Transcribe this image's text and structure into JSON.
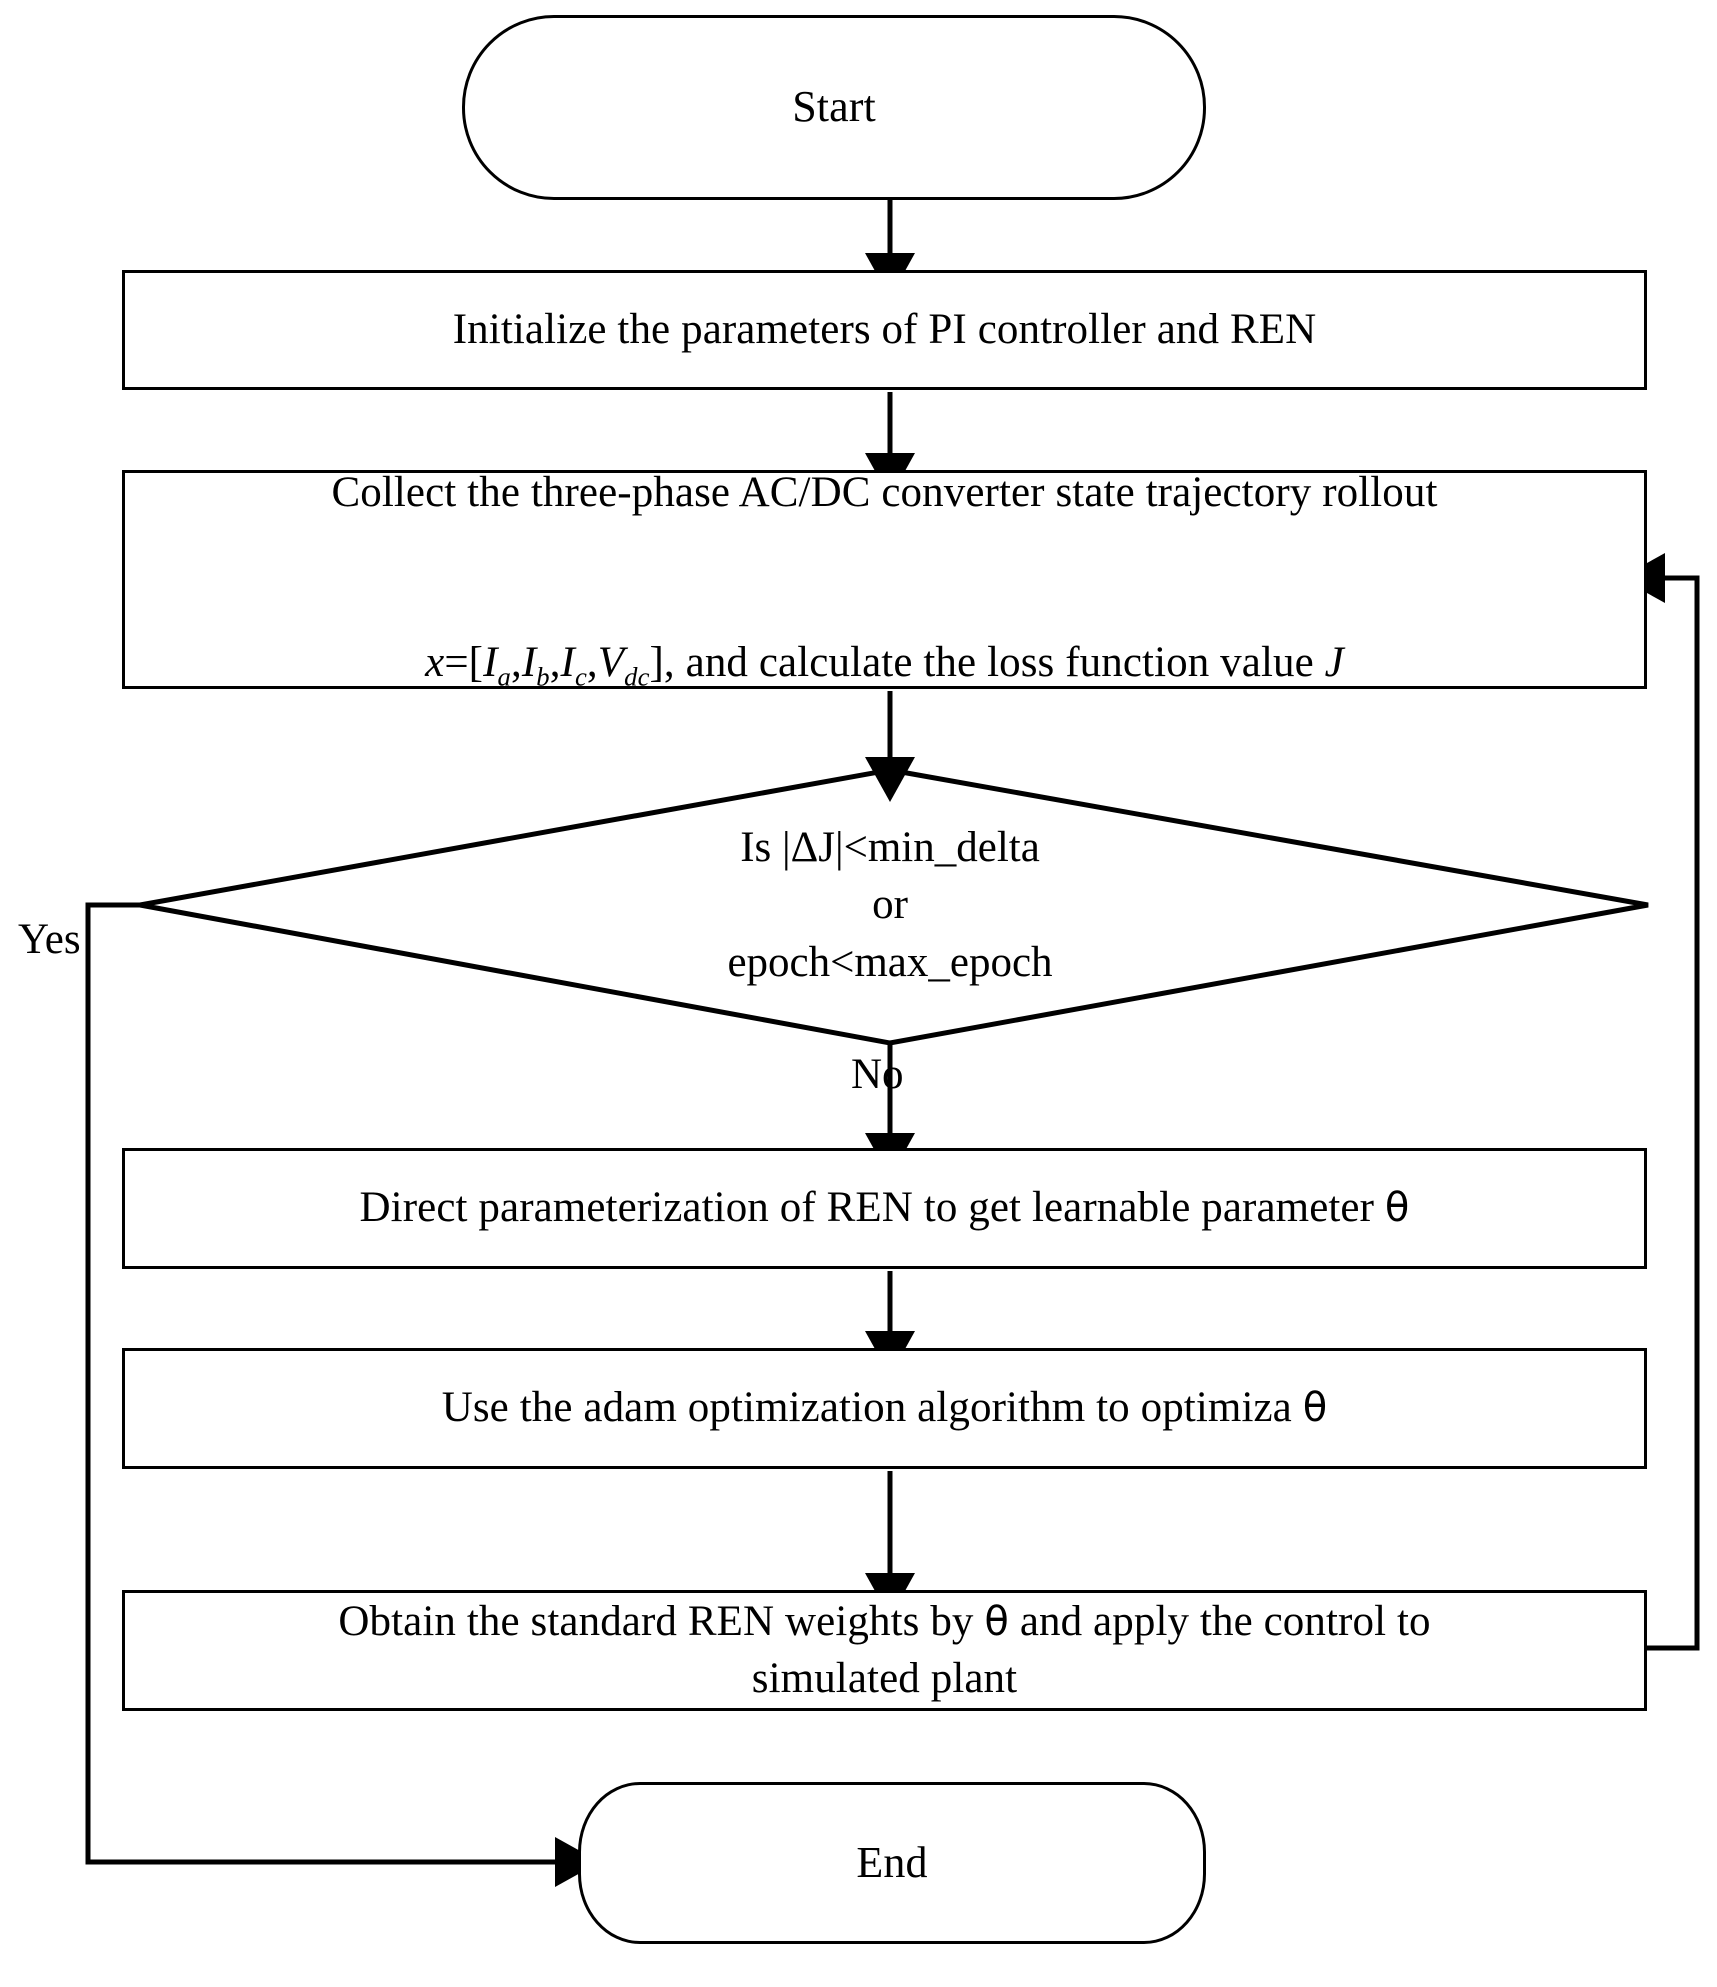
{
  "diagram": {
    "title": "REN / PI controller training flowchart",
    "type": "flowchart",
    "stroke_color": "#000000",
    "background_color": "#ffffff",
    "text_color": "#000000"
  },
  "nodes": {
    "start": {
      "shape": "terminal",
      "label": "Start"
    },
    "initialize": {
      "shape": "process",
      "label": "Initialize the parameters of PI controller and REN"
    },
    "collect": {
      "shape": "process",
      "line1": "Collect the three-phase AC/DC converter state trajectory rollout",
      "line2_prefix": "x",
      "line2_eq": "=[",
      "var1": "I",
      "var1_sub": "a",
      "var2": "I",
      "var2_sub": "b",
      "var3": "I",
      "var3_sub": "c",
      "var4": "V",
      "var4_sub": "dc",
      "line2_mid": "], and calculate the loss function value ",
      "line2_J": "J"
    },
    "decision": {
      "shape": "decision",
      "line1": "Is |ΔJ|<min_delta",
      "line2": "or",
      "line3": "epoch<max_epoch"
    },
    "parameterize": {
      "shape": "process",
      "text_before": "Direct parameterization of REN to get learnable parameter ",
      "theta": "θ",
      "text_after": ""
    },
    "adam": {
      "shape": "process",
      "text_before": "Use the adam optimization algorithm to optimiza ",
      "theta": "θ",
      "text_after": ""
    },
    "weights": {
      "shape": "process",
      "text_before": "Obtain the standard REN weights by ",
      "theta": "θ",
      "text_after": " and apply the control to\nsimulated plant"
    },
    "end": {
      "shape": "terminal",
      "label": "End"
    }
  },
  "edges": {
    "yes_label": "Yes",
    "no_label": "No",
    "list": [
      {
        "from": "start",
        "to": "initialize",
        "label": ""
      },
      {
        "from": "initialize",
        "to": "collect",
        "label": ""
      },
      {
        "from": "collect",
        "to": "decision",
        "label": ""
      },
      {
        "from": "decision",
        "to": "end",
        "label": "Yes"
      },
      {
        "from": "decision",
        "to": "parameterize",
        "label": "No"
      },
      {
        "from": "parameterize",
        "to": "adam",
        "label": ""
      },
      {
        "from": "adam",
        "to": "weights",
        "label": ""
      },
      {
        "from": "weights",
        "to": "collect",
        "label": ""
      }
    ]
  }
}
